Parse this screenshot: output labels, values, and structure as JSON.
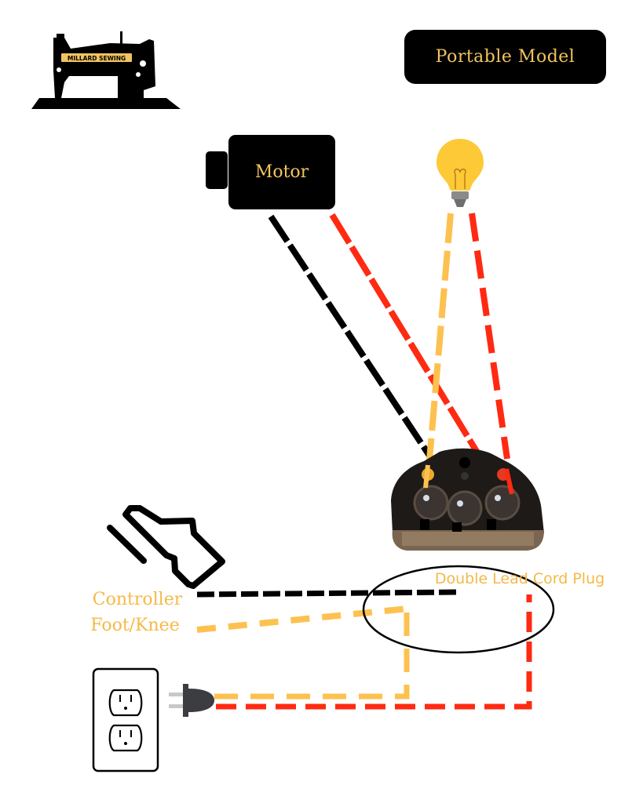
{
  "title": "Portable Model",
  "logo": {
    "brand": "MILLARD SEWING",
    "icon": "sewing-machine-icon"
  },
  "components": {
    "motor": {
      "label": "Motor",
      "icon": "motor-icon"
    },
    "light": {
      "icon": "light-bulb-icon"
    },
    "terminal_block": {
      "icon": "terminal-block-icon"
    },
    "controller": {
      "label_line1": "Controller",
      "label_line2": "Foot/Knee",
      "icon": "foot-pedal-icon"
    },
    "cord_plug": {
      "label": "Double Lead Cord Plug",
      "icon": "ellipse-highlight"
    },
    "outlet": {
      "icon": "wall-outlet-icon"
    },
    "plug": {
      "icon": "power-plug-icon"
    }
  },
  "wires": [
    {
      "name": "motor-black-wire",
      "color": "#000000",
      "from": "motor",
      "to": "terminal-block"
    },
    {
      "name": "motor-red-wire",
      "color": "#ff2a12",
      "from": "motor",
      "to": "terminal-block"
    },
    {
      "name": "light-yellow-wire",
      "color": "#fdc150",
      "from": "light",
      "to": "terminal-block"
    },
    {
      "name": "light-red-wire",
      "color": "#ff2a12",
      "from": "light",
      "to": "terminal-block"
    },
    {
      "name": "controller-black-wire",
      "color": "#000000",
      "from": "controller",
      "to": "cord-plug"
    },
    {
      "name": "controller-yellow-wire",
      "color": "#fdc150",
      "from": "controller",
      "to": "cord-plug"
    },
    {
      "name": "plug-yellow-wire",
      "color": "#fdc150",
      "from": "plug",
      "to": "cord-plug"
    },
    {
      "name": "plug-red-wire",
      "color": "#ff2a12",
      "from": "plug",
      "to": "cord-plug"
    }
  ],
  "colors": {
    "gold": "#f2c45e",
    "yellow": "#fdc150",
    "red": "#ff2a12",
    "black": "#000000"
  }
}
